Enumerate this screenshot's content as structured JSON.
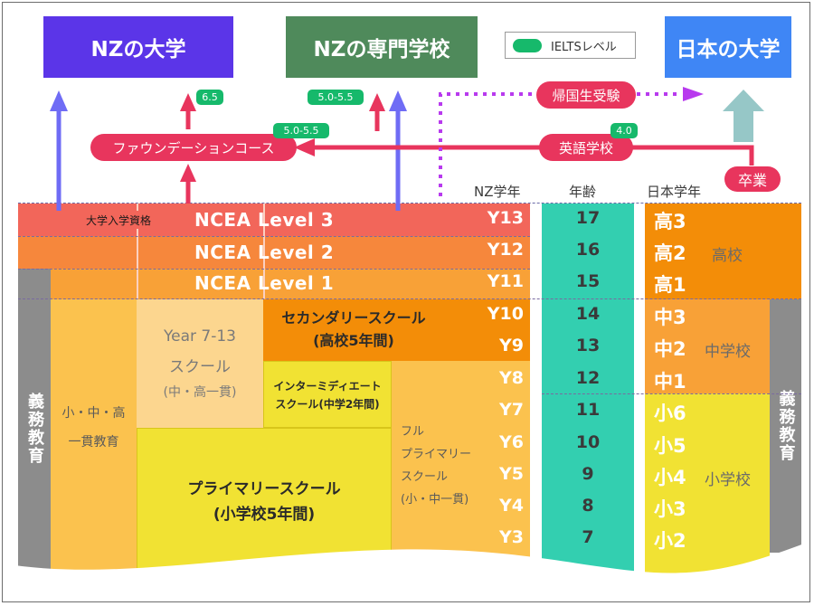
{
  "top": {
    "nz_university": "NZの大学",
    "nz_vocational": "NZの専門学校",
    "japan_university": "日本の大学",
    "legend_label": "IELTSレベル"
  },
  "paths": {
    "foundation": "ファウンデーションコース",
    "language_school": "英語学校",
    "returnee_exam": "帰国生受験",
    "graduation": "卒業",
    "entrance_qual": "大学入学資格"
  },
  "ielts": {
    "university": "6.5",
    "vocational": "5.0-5.5",
    "foundation": "5.0-5.5",
    "language_school": "4.0"
  },
  "headers": {
    "nz_year": "NZ学年",
    "age": "年齢",
    "japan_year": "日本学年"
  },
  "ncea": {
    "level3": "NCEA Level 3",
    "level2": "NCEA Level 2",
    "level1": "NCEA Level 1"
  },
  "schools": {
    "secondary_name": "セカンダリースクール",
    "secondary_sub": "(高校5年間)",
    "intermediate_name": "インターミディエート",
    "intermediate_sub": "スクール(中学2年間)",
    "primary_name": "プライマリースクール",
    "primary_sub": "(小学校5年間)",
    "year713_line1": "Year 7-13",
    "year713_line2": "スクール",
    "year713_line3": "(中・高一貫)",
    "full_primary_line1": "フル",
    "full_primary_line2": "プライマリー",
    "full_primary_line3": "スクール",
    "full_primary_line4": "(小・中一貫)",
    "integrated_line1": "小・中・高",
    "integrated_line2": "一貫教育",
    "compulsory_left": "義務教育",
    "compulsory_right": "義務教育"
  },
  "nz_years": [
    "Y13",
    "Y12",
    "Y11",
    "Y10",
    "Y9",
    "Y8",
    "Y7",
    "Y6",
    "Y5",
    "Y4",
    "Y3"
  ],
  "ages": [
    "17",
    "16",
    "15",
    "14",
    "13",
    "12",
    "11",
    "10",
    "9",
    "8",
    "7"
  ],
  "japan_years": [
    "高3",
    "高2",
    "高1",
    "中3",
    "中2",
    "中1",
    "小6",
    "小5",
    "小4",
    "小3",
    "小2"
  ],
  "japan_groups": {
    "high": "高校",
    "middle": "中学校",
    "elementary": "小学校"
  },
  "colors": {
    "university_box": "#5b35e8",
    "vocational_box": "#4f8a5b",
    "japan_box": "#3f86f5",
    "pink": "#e8355d",
    "green_badge": "#16b96b",
    "arrow_blue": "#6f6cf5",
    "age_column": "#33cfb0",
    "level3_row": "#f2665a",
    "level2_row": "#f6873c",
    "level1_row": "#f8a137",
    "secondary": "#f38d08",
    "primary": "#f1e233",
    "light_orange": "#fbc24e",
    "compulsory_gray": "#8c8c8c"
  }
}
